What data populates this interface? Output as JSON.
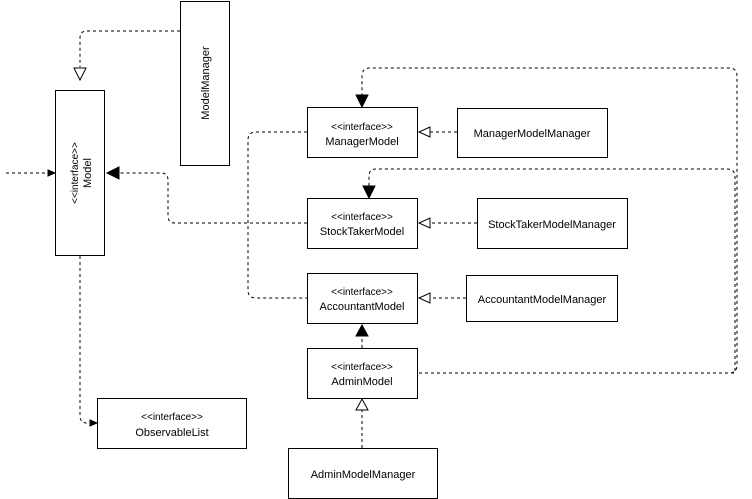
{
  "nodes": {
    "model_manager": {
      "name": "ModelManager"
    },
    "model": {
      "stereotype": "<<interface>>",
      "name": "Model"
    },
    "manager_model": {
      "stereotype": "<<interface>>",
      "name": "ManagerModel"
    },
    "manager_model_manager": {
      "name": "ManagerModelManager"
    },
    "stocktaker_model": {
      "stereotype": "<<interface>>",
      "name": "StockTakerModel"
    },
    "stocktaker_model_manager": {
      "name": "StockTakerModelManager"
    },
    "accountant_model": {
      "stereotype": "<<interface>>",
      "name": "AccountantModel"
    },
    "accountant_model_manager": {
      "name": "AccountantModelManager"
    },
    "admin_model": {
      "stereotype": "<<interface>>",
      "name": "AdminModel"
    },
    "admin_model_manager": {
      "name": "AdminModelManager"
    },
    "observable_list": {
      "stereotype": "<<interface>>",
      "name": "ObservableList"
    }
  }
}
